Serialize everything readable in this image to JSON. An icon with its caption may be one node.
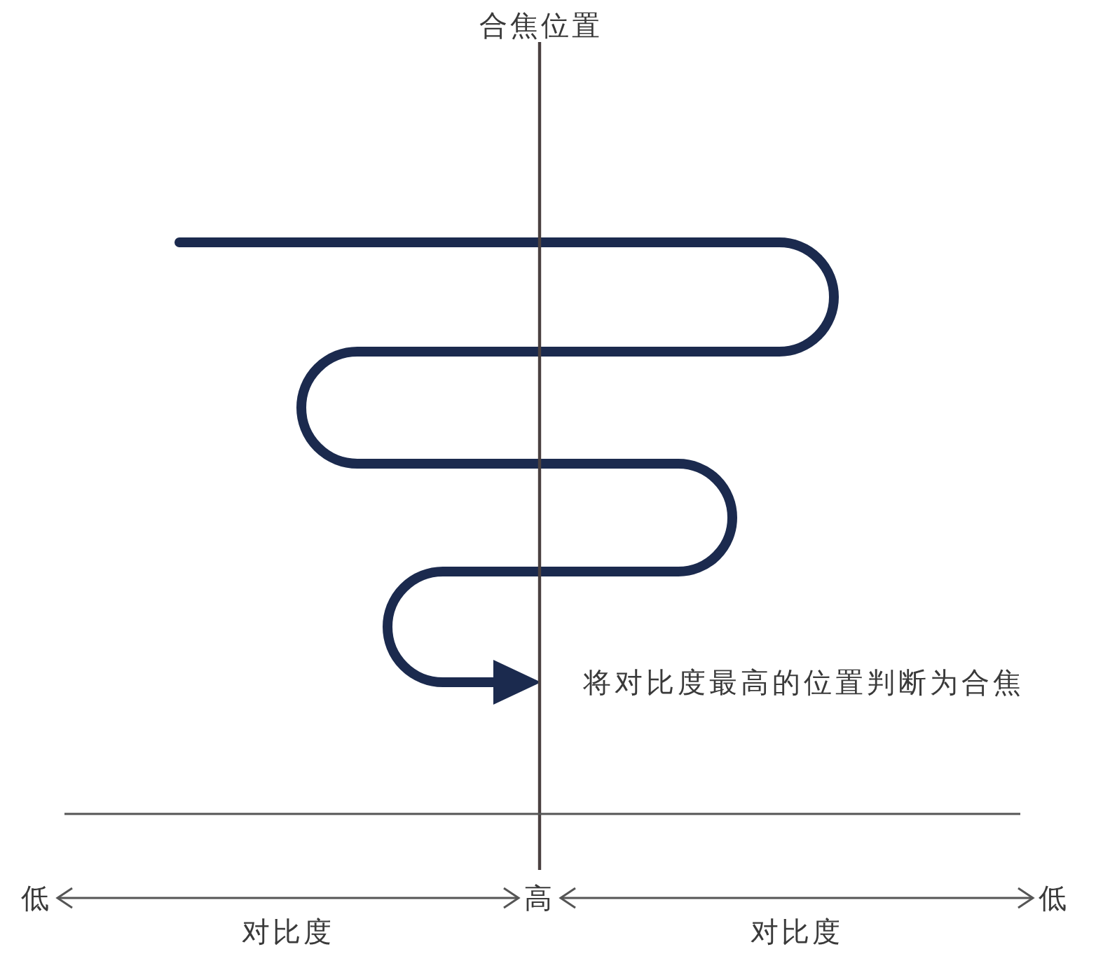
{
  "diagram": {
    "nodes": [
      {
        "text": [
          "将对比度最高的位置判断为合焦"
        ]
      },
      {
        "text": [
          "低"
        ]
      },
      {
        "text": [
          "高"
        ]
      },
      {
        "text": [
          "低"
        ]
      }
    ],
    "edges": [
      {
        "from": null,
        "to": 0,
        "arrow": "to",
        "style": "thick",
        "color": "#1b2a4e"
      },
      {
        "from": 1,
        "to": 2,
        "arrow": "both",
        "label": "对比度"
      },
      {
        "from": 2,
        "to": 3,
        "arrow": "both",
        "label": "对比度"
      }
    ],
    "labels": [
      "合焦位置"
    ]
  }
}
